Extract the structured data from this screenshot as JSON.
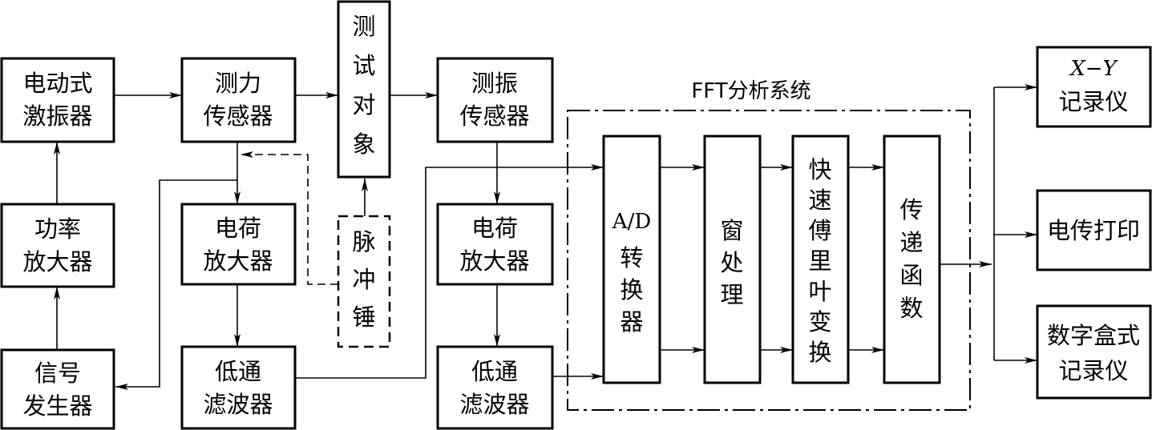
{
  "fft_system": {
    "label": "FFT分析系统"
  },
  "blocks": {
    "exciter": {
      "lines": [
        "电动式",
        "激振器"
      ]
    },
    "force_sensor": {
      "lines": [
        "测力",
        "传感器"
      ]
    },
    "test_object": {
      "chars": [
        "测",
        "试",
        "对",
        "象"
      ]
    },
    "vib_sensor": {
      "lines": [
        "测振",
        "传感器"
      ]
    },
    "power_amp": {
      "lines": [
        "功率",
        "放大器"
      ]
    },
    "charge_amp_1": {
      "lines": [
        "电荷",
        "放大器"
      ]
    },
    "impulse_hammer": {
      "chars": [
        "脉",
        "冲",
        "锤"
      ]
    },
    "charge_amp_2": {
      "lines": [
        "电荷",
        "放大器"
      ]
    },
    "signal_gen": {
      "lines": [
        "信号",
        "发生器"
      ]
    },
    "lowpass_1": {
      "lines": [
        "低通",
        "滤波器"
      ]
    },
    "lowpass_2": {
      "lines": [
        "低通",
        "滤波器"
      ]
    },
    "adc": {
      "top": "A/D",
      "chars": [
        "转",
        "换",
        "器"
      ]
    },
    "window": {
      "chars": [
        "窗",
        "处",
        "理"
      ]
    },
    "fft": {
      "chars": [
        "快",
        "速",
        "傅",
        "里",
        "叶",
        "变",
        "换"
      ]
    },
    "transfer": {
      "chars": [
        "传",
        "递",
        "函",
        "数"
      ]
    },
    "xy_recorder": {
      "top": "X−Y",
      "bottom": "记录仪"
    },
    "printer": {
      "label": "电传打印"
    },
    "digital_recorder": {
      "lines": [
        "数字盒式",
        "记录仪"
      ]
    }
  }
}
